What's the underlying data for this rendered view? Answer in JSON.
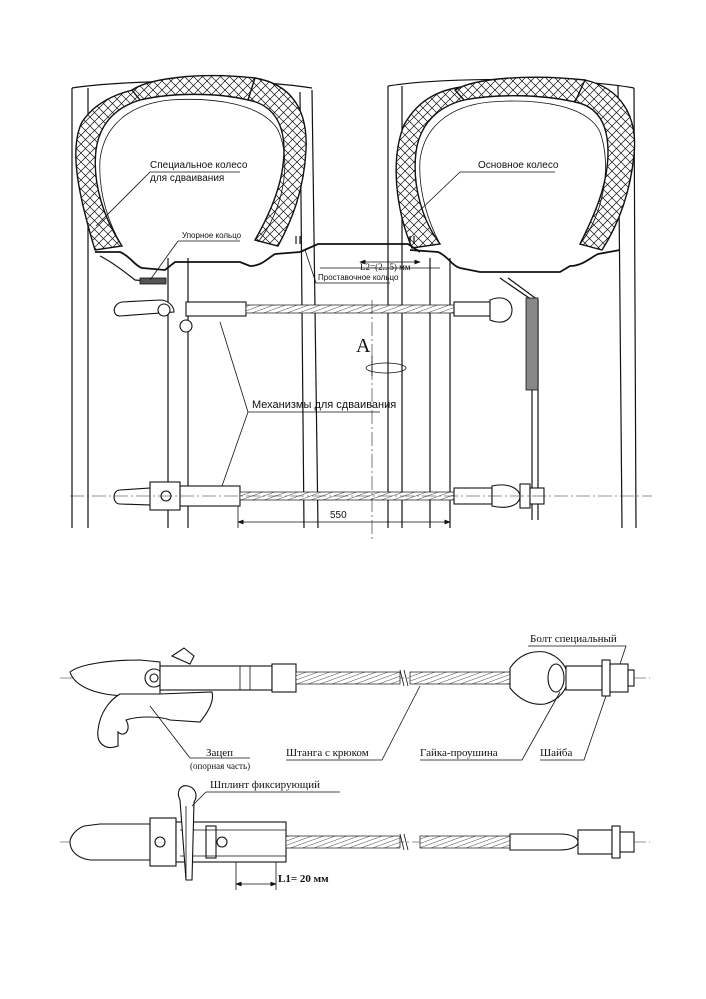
{
  "top_view": {
    "labels": {
      "special_wheel_line1": "Специальное колесо",
      "special_wheel_line2": "для сдваивания",
      "main_wheel": "Основное колесо",
      "stop_ring": "Упорное кольцо",
      "spacer_ring": "Проставочное кольцо",
      "gap_dim": "L2=(2...5) мм",
      "view_mark": "A",
      "mechanisms": "Механизмы для сдваивания",
      "dim_550": "550"
    }
  },
  "detail_view": {
    "labels": {
      "special_bolt": "Болт специальный",
      "hook_line1": "Зацеп",
      "hook_line2": "(опорная часть)",
      "rod_with_hook": "Штанга с крюком",
      "eye_nut": "Гайка-проушина",
      "washer": "Шайба",
      "cotter_pin": "Шплинт  фиксирующий",
      "l1_dim": "L1= 20 мм"
    }
  },
  "colors": {
    "ink": "#111111",
    "paper": "#ffffff"
  }
}
